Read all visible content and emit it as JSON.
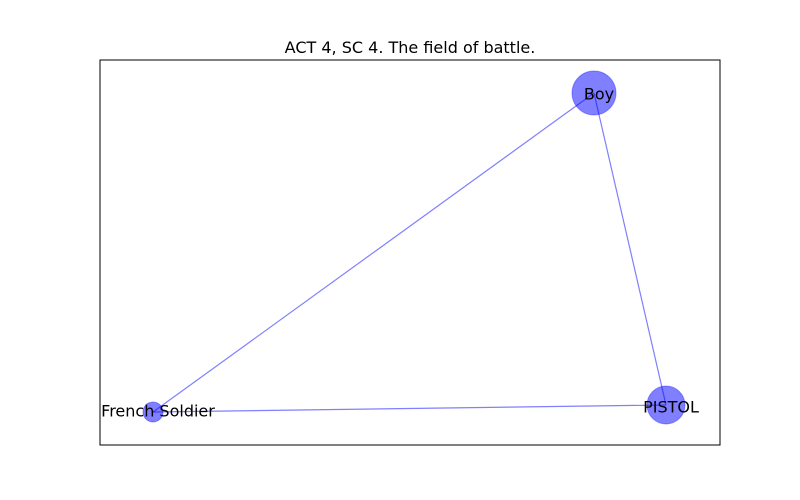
{
  "title": "ACT 4, SC 4. The field of battle.",
  "colors": {
    "node_fill": "#0000ff",
    "node_opacity": 0.5,
    "edge": "#0000ff",
    "edge_opacity": 0.5,
    "frame": "#000000",
    "background": "#ffffff"
  },
  "nodes": [
    {
      "id": "boy",
      "label": "Boy"
    },
    {
      "id": "pistol",
      "label": "PISTOL"
    },
    {
      "id": "french_soldier",
      "label": "French Soldier"
    }
  ],
  "edges": [
    {
      "source": "boy",
      "target": "pistol"
    },
    {
      "source": "boy",
      "target": "french_soldier"
    },
    {
      "source": "french_soldier",
      "target": "pistol"
    }
  ]
}
